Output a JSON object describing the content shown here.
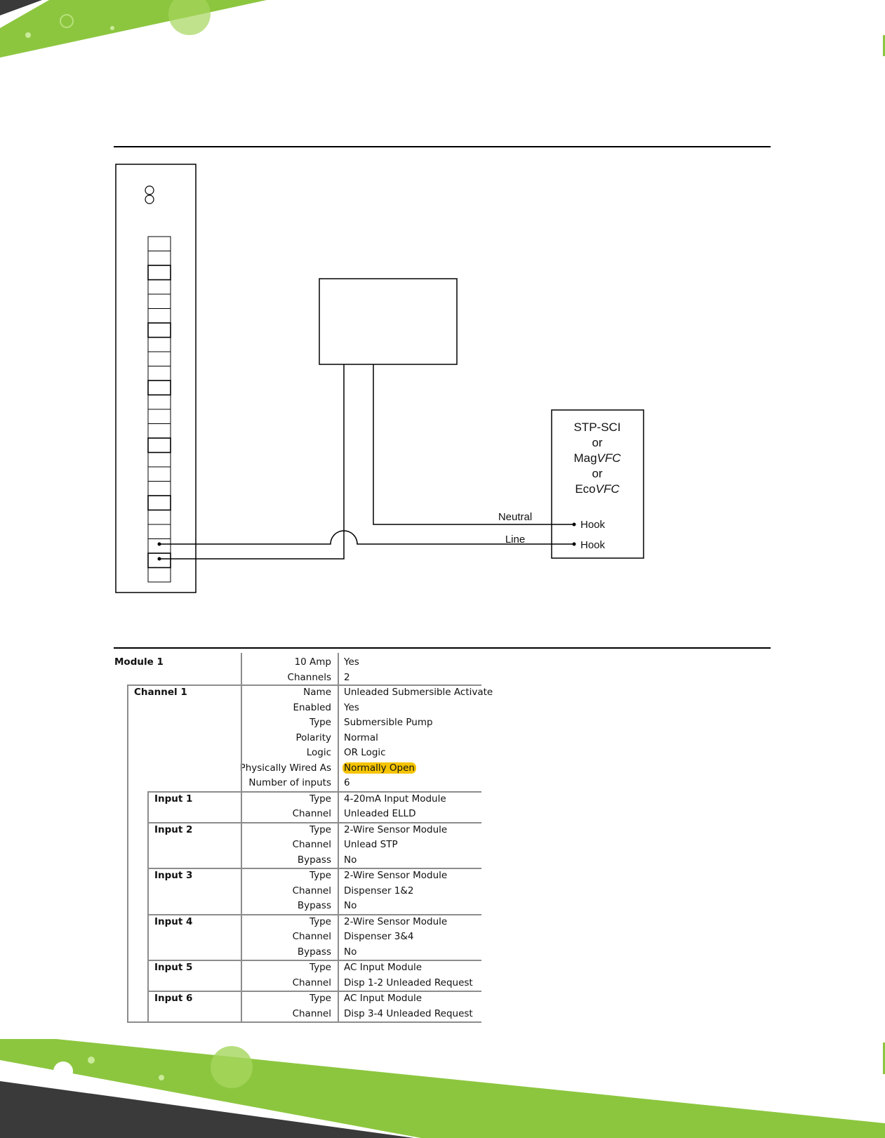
{
  "device": {
    "box_label_lines": [
      "STP-SCI",
      "or",
      "Mag",
      "VFC",
      "or",
      "Eco",
      "VFC"
    ],
    "line1": "STP-SCI",
    "or1": "or",
    "mag_prefix": "Mag",
    "mag_suffix": "VFC",
    "or2": "or",
    "eco_prefix": "Eco",
    "eco_suffix": "VFC",
    "hook_neutral": "Hook",
    "hook_line": "Hook"
  },
  "wires": {
    "neutral": "Neutral",
    "line": "Line"
  },
  "colors": {
    "brand_green": "#8cc63f",
    "dark_band": "#3a3a3a",
    "highlight": "#f5c400"
  },
  "config": {
    "module": {
      "title": "Module 1",
      "props": [
        {
          "label": "10 Amp",
          "value": "Yes"
        },
        {
          "label": "Channels",
          "value": "2"
        }
      ]
    },
    "channel": {
      "title": "Channel 1",
      "props": [
        {
          "label": "Name",
          "value": "Unleaded Submersible Activate"
        },
        {
          "label": "Enabled",
          "value": "Yes"
        },
        {
          "label": "Type",
          "value": "Submersible Pump"
        },
        {
          "label": "Polarity",
          "value": "Normal"
        },
        {
          "label": "Logic",
          "value": "OR Logic"
        },
        {
          "label": "Physically Wired As",
          "value": "Normally Open"
        },
        {
          "label": "Number of inputs",
          "value": "6"
        }
      ]
    },
    "inputs": [
      {
        "title": "Input 1",
        "props": [
          {
            "label": "Type",
            "value": "4-20mA Input Module"
          },
          {
            "label": "Channel",
            "value": "Unleaded ELLD"
          }
        ]
      },
      {
        "title": "Input 2",
        "props": [
          {
            "label": "Type",
            "value": "2-Wire Sensor Module"
          },
          {
            "label": "Channel",
            "value": "Unlead STP"
          },
          {
            "label": "Bypass",
            "value": "No"
          }
        ]
      },
      {
        "title": "Input 3",
        "props": [
          {
            "label": "Type",
            "value": "2-Wire Sensor Module"
          },
          {
            "label": "Channel",
            "value": "Dispenser 1&2"
          },
          {
            "label": "Bypass",
            "value": "No"
          }
        ]
      },
      {
        "title": "Input 4",
        "props": [
          {
            "label": "Type",
            "value": "2-Wire Sensor Module"
          },
          {
            "label": "Channel",
            "value": "Dispenser 3&4"
          },
          {
            "label": "Bypass",
            "value": "No"
          }
        ]
      },
      {
        "title": "Input 5",
        "props": [
          {
            "label": "Type",
            "value": "AC Input Module"
          },
          {
            "label": "Channel",
            "value": "Disp 1-2 Unleaded Request"
          }
        ]
      },
      {
        "title": "Input 6",
        "props": [
          {
            "label": "Type",
            "value": "AC Input Module"
          },
          {
            "label": "Channel",
            "value": "Disp 3-4 Unleaded Request"
          }
        ]
      }
    ]
  }
}
